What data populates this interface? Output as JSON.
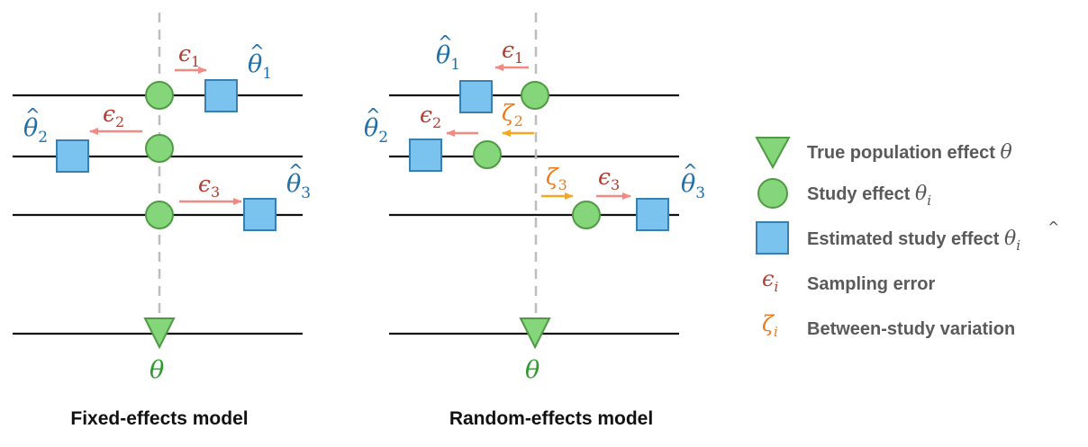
{
  "colors": {
    "study_fill": "#85d67a",
    "study_stroke": "#4f9a43",
    "estimate_fill": "#79c3ee",
    "estimate_stroke": "#3b7fae",
    "epsilon": "#b23a2e",
    "epsilon_arrow": "#f08a82",
    "zeta": "#f07a1a",
    "zeta_arrow": "#f5a623",
    "theta_hat": "#1f6fa8",
    "theta": "#2e9a2e",
    "reference_line": "#111111",
    "dashed_line": "#bdbdbd"
  },
  "symbols": {
    "theta": "θ",
    "epsilon": "ϵ",
    "zeta": "ζ",
    "hat": "^",
    "sub_i": "i",
    "sub_1": "1",
    "sub_2": "2",
    "sub_3": "3"
  },
  "panels": {
    "fixed": {
      "title": "Fixed-effects model"
    },
    "random": {
      "title": "Random-effects model"
    }
  },
  "legend": {
    "true_effect": "True population effect",
    "study_effect": "Study effect",
    "estimated_effect": "Estimated study effect",
    "sampling_error": "Sampling error",
    "between_study": "Between-study variation"
  }
}
